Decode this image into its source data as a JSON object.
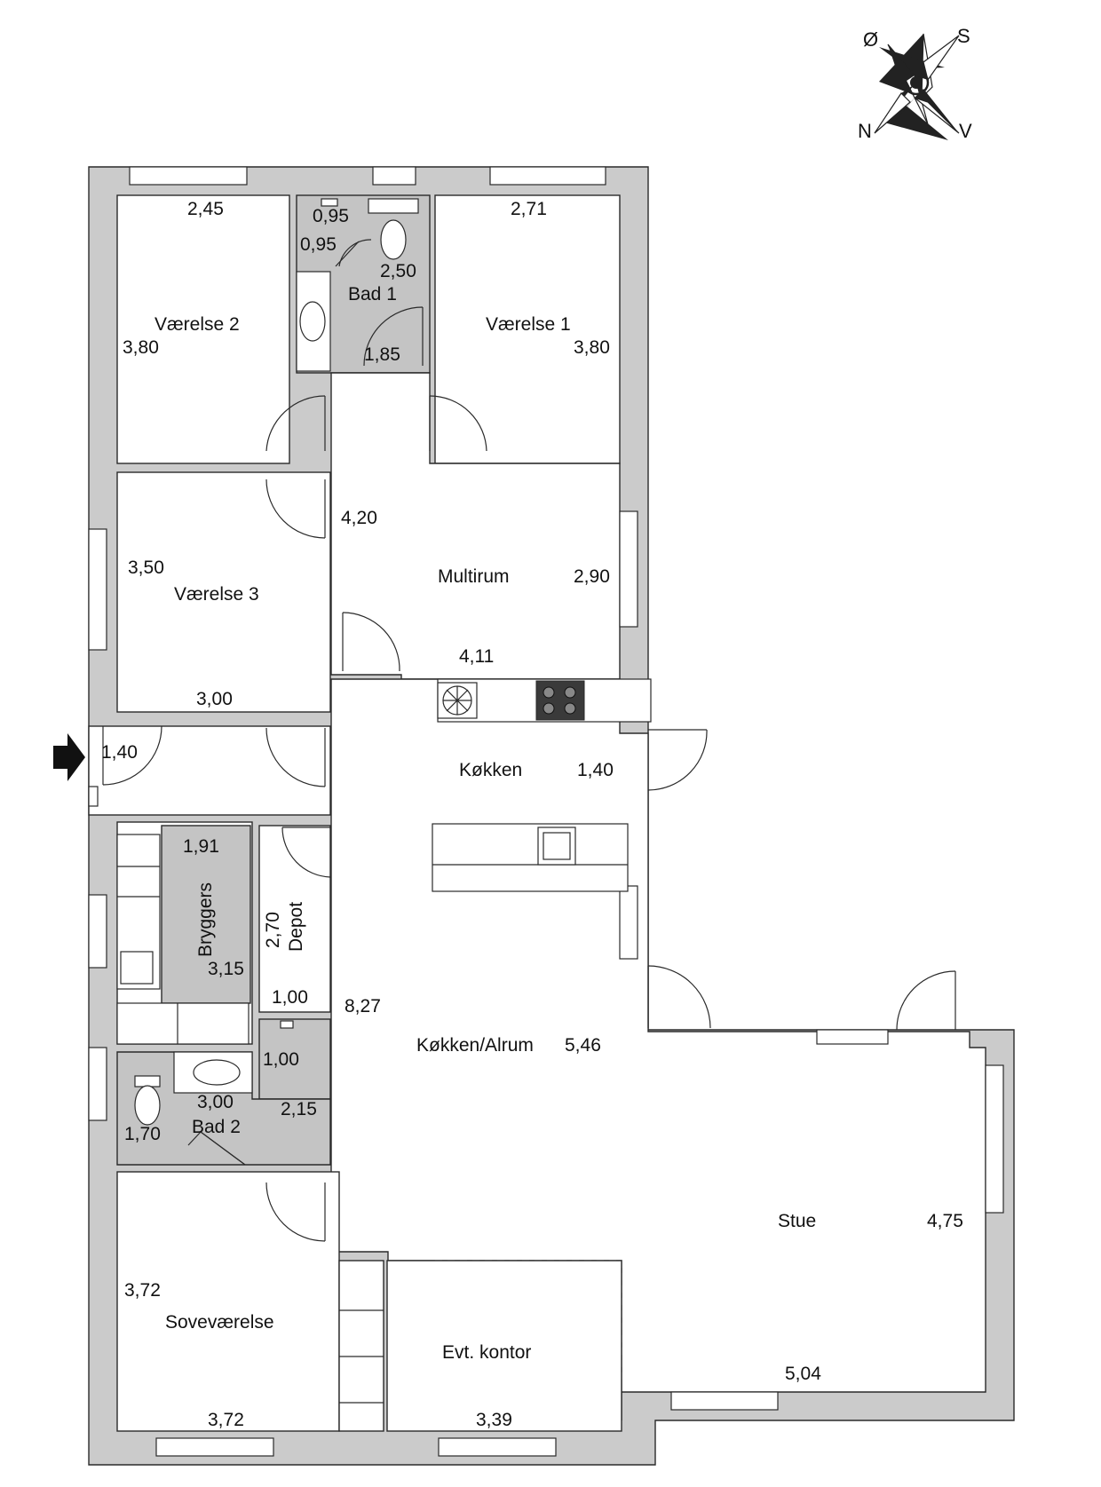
{
  "compass": {
    "north": "N",
    "south": "S",
    "east": "Ø",
    "west": "V"
  },
  "rooms": {
    "vaerelse2": {
      "name": "Værelse 2",
      "width": "2,45",
      "length": "3,80"
    },
    "bad1": {
      "name": "Bad 1",
      "dim_a": "0,95",
      "dim_b": "0,95",
      "dim_c": "2,50",
      "dim_d": "1,85"
    },
    "vaerelse1": {
      "name": "Værelse 1",
      "width": "2,71",
      "length": "3,80"
    },
    "gang": {
      "dim": "4,20"
    },
    "vaerelse3": {
      "name": "Værelse 3",
      "width": "3,00",
      "length": "3,50"
    },
    "multirum": {
      "name": "Multirum",
      "width": "4,11",
      "length": "2,90"
    },
    "entre": {
      "dim": "1,40"
    },
    "koekken": {
      "name": "Køkken",
      "dim": "1,40"
    },
    "bryggers": {
      "name": "Bryggers",
      "dim_a": "1,91",
      "dim_b": "3,15"
    },
    "depot": {
      "name": "Depot",
      "dim_a": "2,70",
      "dim_b": "1,00"
    },
    "koekken_alrum": {
      "name": "Køkken/Alrum",
      "length": "8,27",
      "width": "5,46"
    },
    "wc_small": {
      "dim": "1,00"
    },
    "bad2": {
      "name": "Bad 2",
      "dim_a": "3,00",
      "dim_b": "2,15",
      "dim_c": "1,70"
    },
    "stue": {
      "name": "Stue",
      "length": "4,75",
      "width": "5,04"
    },
    "sovevaerelse": {
      "name": "Soveværelse",
      "length": "3,72",
      "width": "3,72"
    },
    "kontor": {
      "name": "Evt. kontor",
      "width": "3,39"
    }
  }
}
